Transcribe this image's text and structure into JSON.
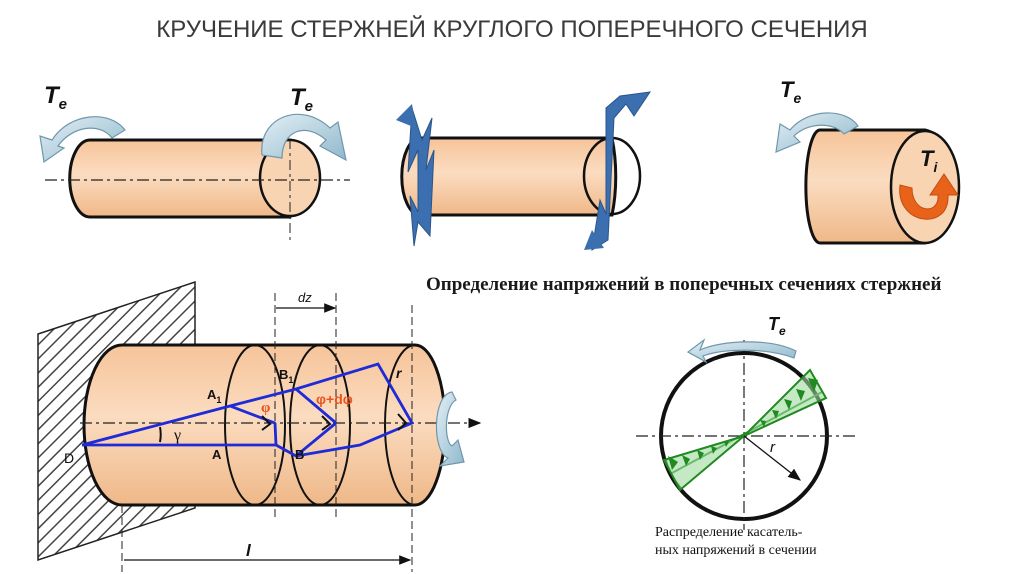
{
  "title": "КРУЧЕНИЕ СТЕРЖНЕЙ КРУГЛОГО ПОПЕРЕЧНОГО СЕЧЕНИЯ",
  "subtitle": "Определение напряжений в поперечных сечениях стержней",
  "caption": {
    "line1": "Распределение касатель-",
    "line2": "ных напряжений в сечении"
  },
  "labels": {
    "Te_main": "T",
    "Te_sub": "e",
    "Ti_main": "T",
    "Ti_sub": "i",
    "dz": "dz",
    "A1_main": "A",
    "A1_sub": "1",
    "B1_main": "B",
    "B1_sub": "1",
    "A": "A",
    "B": "B",
    "D": "D",
    "phi": "φ",
    "phi_dphi": "φ+dφ",
    "gamma": "γ",
    "r": "r",
    "l": "l"
  },
  "colors": {
    "cylinder": "#f7c9a0",
    "outline": "#111111",
    "arrow_blue": "#9cc3d5",
    "stress_blue": "#3b6fb0",
    "geometry_blue": "#1f2bd6",
    "highlight_red": "#e8541e",
    "orange_arrow": "#e8621a",
    "stress_green": "#1f8a1f"
  }
}
